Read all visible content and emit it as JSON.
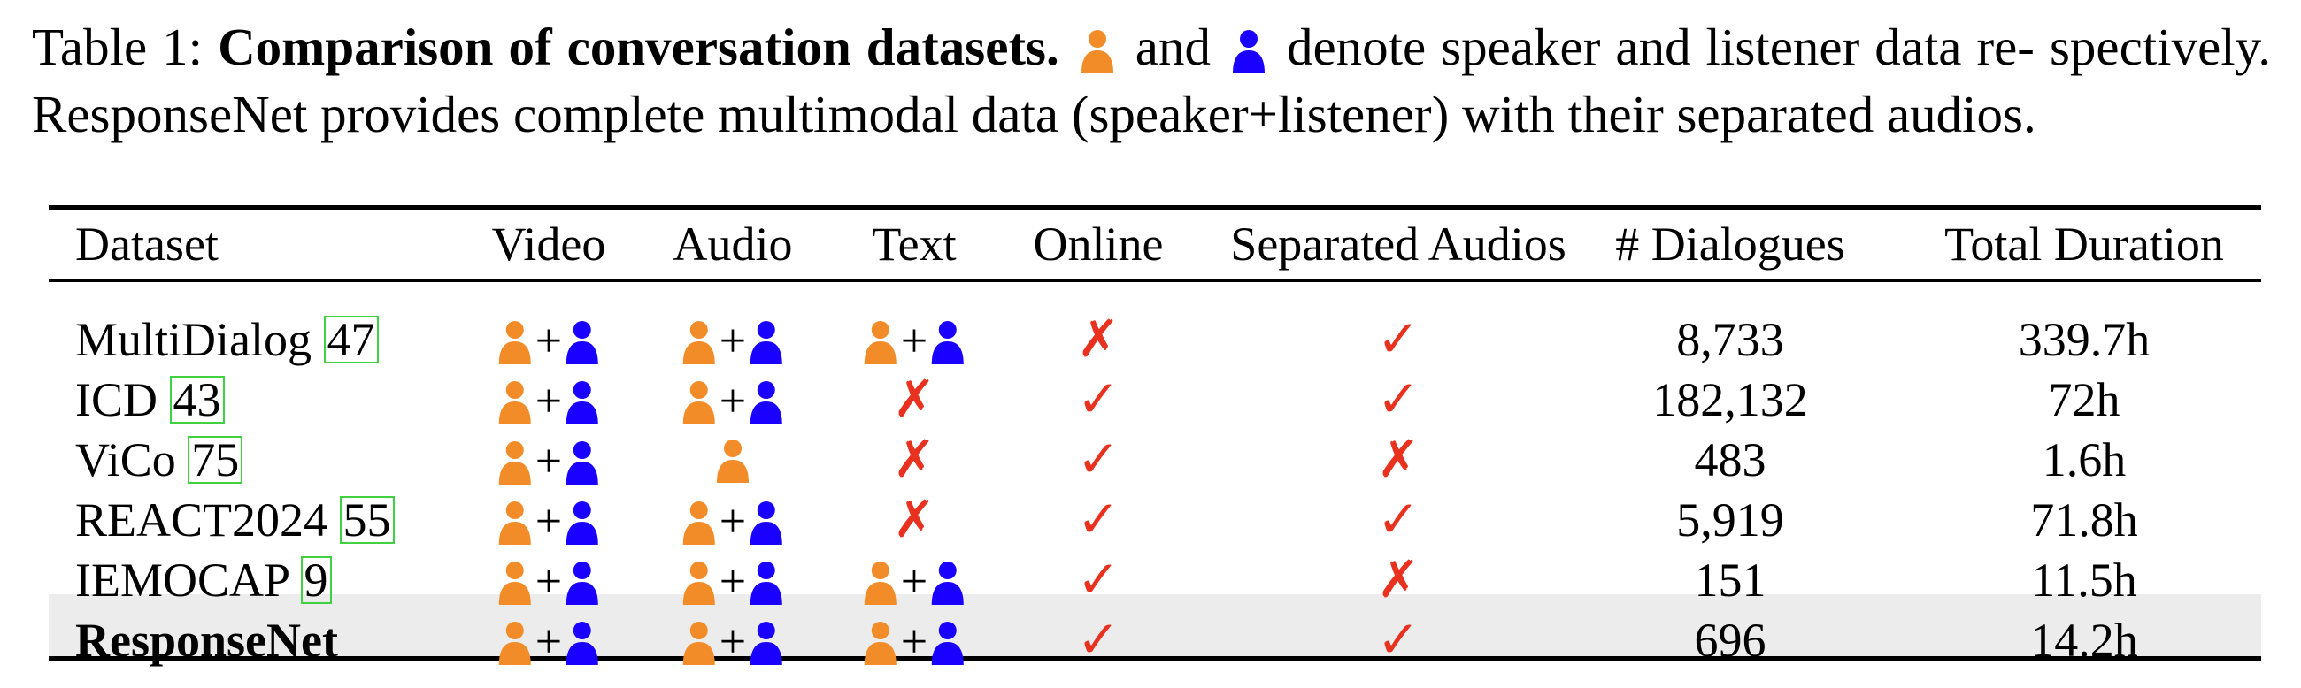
{
  "caption": {
    "prefix": "Table 1:",
    "bold": "Comparison of conversation datasets.",
    "and": "and",
    "rest_line1": "denote speaker and listener data re-",
    "rest": "spectively. ResponseNet provides complete multimodal data (speaker+listener) with their separated audios."
  },
  "colors": {
    "speaker": "#f28c28",
    "listener": "#1a00ff",
    "mark": "#e8321f",
    "highlight": "#ececec",
    "ref_box": "#3fd13f"
  },
  "table": {
    "headers": [
      "Dataset",
      "Video",
      "Audio",
      "Text",
      "Online",
      "Separated Audios",
      "# Dialogues",
      "Total Duration"
    ],
    "rows": [
      {
        "name": "MultiDialog",
        "ref": "47",
        "video": "both",
        "audio": "both",
        "text": "both",
        "online": "✗",
        "separated": "✓",
        "dialogues": "8,733",
        "duration": "339.7h"
      },
      {
        "name": "ICD",
        "ref": "43",
        "video": "both",
        "audio": "both",
        "text": "✗",
        "online": "✓",
        "separated": "✓",
        "dialogues": "182,132",
        "duration": "72h"
      },
      {
        "name": "ViCo",
        "ref": "75",
        "video": "both",
        "audio": "speaker",
        "text": "✗",
        "online": "✓",
        "separated": "✗",
        "dialogues": "483",
        "duration": "1.6h"
      },
      {
        "name": "REACT2024",
        "ref": "55",
        "video": "both",
        "audio": "both",
        "text": "✗",
        "online": "✓",
        "separated": "✓",
        "dialogues": "5,919",
        "duration": "71.8h"
      },
      {
        "name": "IEMOCAP",
        "ref": "9",
        "video": "both",
        "audio": "both",
        "text": "both",
        "online": "✓",
        "separated": "✗",
        "dialogues": "151",
        "duration": "11.5h"
      },
      {
        "name": "ResponseNet",
        "ref": "",
        "video": "both",
        "audio": "both",
        "text": "both",
        "online": "✓",
        "separated": "✓",
        "dialogues": "696",
        "duration": "14.2h"
      }
    ]
  }
}
